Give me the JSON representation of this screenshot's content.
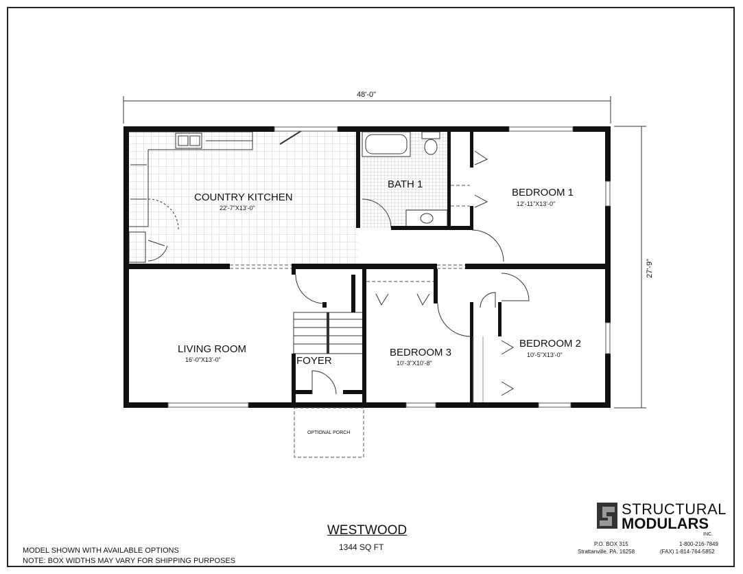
{
  "plan": {
    "overall_width": "48'-0\"",
    "overall_depth": "27'-9\"",
    "rooms": {
      "kitchen": {
        "name": "COUNTRY KITCHEN",
        "size": "22'-7\"X13'-0\""
      },
      "bath": {
        "name": "BATH 1"
      },
      "bedroom1": {
        "name": "BEDROOM 1",
        "size": "12'-11\"X13'-0\""
      },
      "living": {
        "name": "LIVING ROOM",
        "size": "16'-0\"X13'-0\""
      },
      "foyer": {
        "name": "FOYER"
      },
      "bedroom3": {
        "name": "BEDROOM 3",
        "size": "10'-3\"X10'-8\""
      },
      "bedroom2": {
        "name": "BEDROOM 2",
        "size": "10'-5\"X13'-0\""
      },
      "porch": {
        "name": "OPTIONAL PORCH"
      }
    }
  },
  "title": {
    "model": "WESTWOOD",
    "area": "1344 SQ FT"
  },
  "notes": [
    "MODEL SHOWN WITH AVAILABLE OPTIONS",
    "NOTE: BOX WIDTHS MAY VARY FOR SHIPPING PURPOSES"
  ],
  "company": {
    "name_line1": "STRUCTURAL",
    "name_line2": "MODULARS",
    "suffix": "INC.",
    "address1": "P.O. BOX 315",
    "address2": "Strattanville, PA.  16258",
    "phone": "1-800-216-7849",
    "fax": "(FAX) 1-814-764-5852"
  }
}
